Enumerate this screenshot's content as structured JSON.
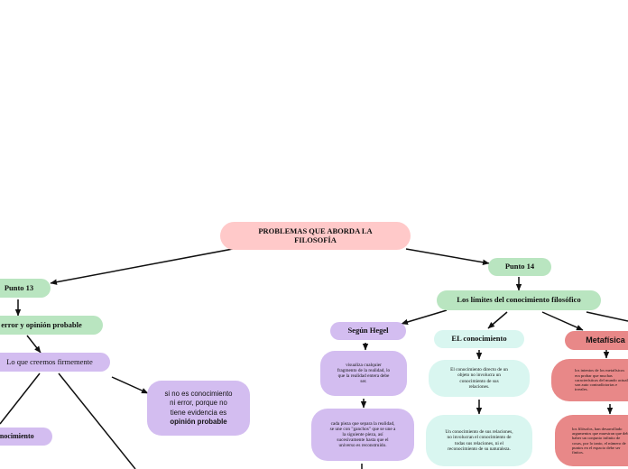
{
  "root": {
    "title": "PROBLEMAS QUE ABORDA LA FILOSOFÍA"
  },
  "left": {
    "punto": "Punto 13",
    "error_opinion": "error y opinión probable",
    "creemos": "Lo que creemos firmemente",
    "conocimiento": "conocimiento",
    "si_no_es": "si no es conocimiento ni error, porque no tiene evidencia es",
    "opinion": "opinión probable"
  },
  "right": {
    "punto": "Punto 14",
    "limites": "Los límites del conocimiento filosófico",
    "hegel": {
      "title": "Según Hegel",
      "text1": "visualiza cualquier fragmento de la realidad, lo que la realidad entera debe ser.",
      "text2": "cada pieza que separa la realidad, se une con \"ganchos\" que se une a la siguiente pieza, así sucesivamente hasta que el universo es reconstruido."
    },
    "conocimiento": {
      "title": "EL conocimiento",
      "text1": "El conocimiento directo de un objeto no involucra un conocimiento de sus relaciones.",
      "text2": "Un conocimiento de sus relaciones, no involucran el conocimiento de todas sus relaciones, ni el reconocimiento de su naturaleza."
    },
    "metafisica": {
      "title": "Metafísica",
      "text1": "los intentos de los metafísicos era probar que muchas características del mundo actual, son auto contradictorias e irreales.",
      "text2": "los filósofos, han desarrollado argumentos que muestran que debe haber un conjunto infinito de cosas, por lo tanto, el número de puntos en el espacio debe ser finitos."
    }
  }
}
